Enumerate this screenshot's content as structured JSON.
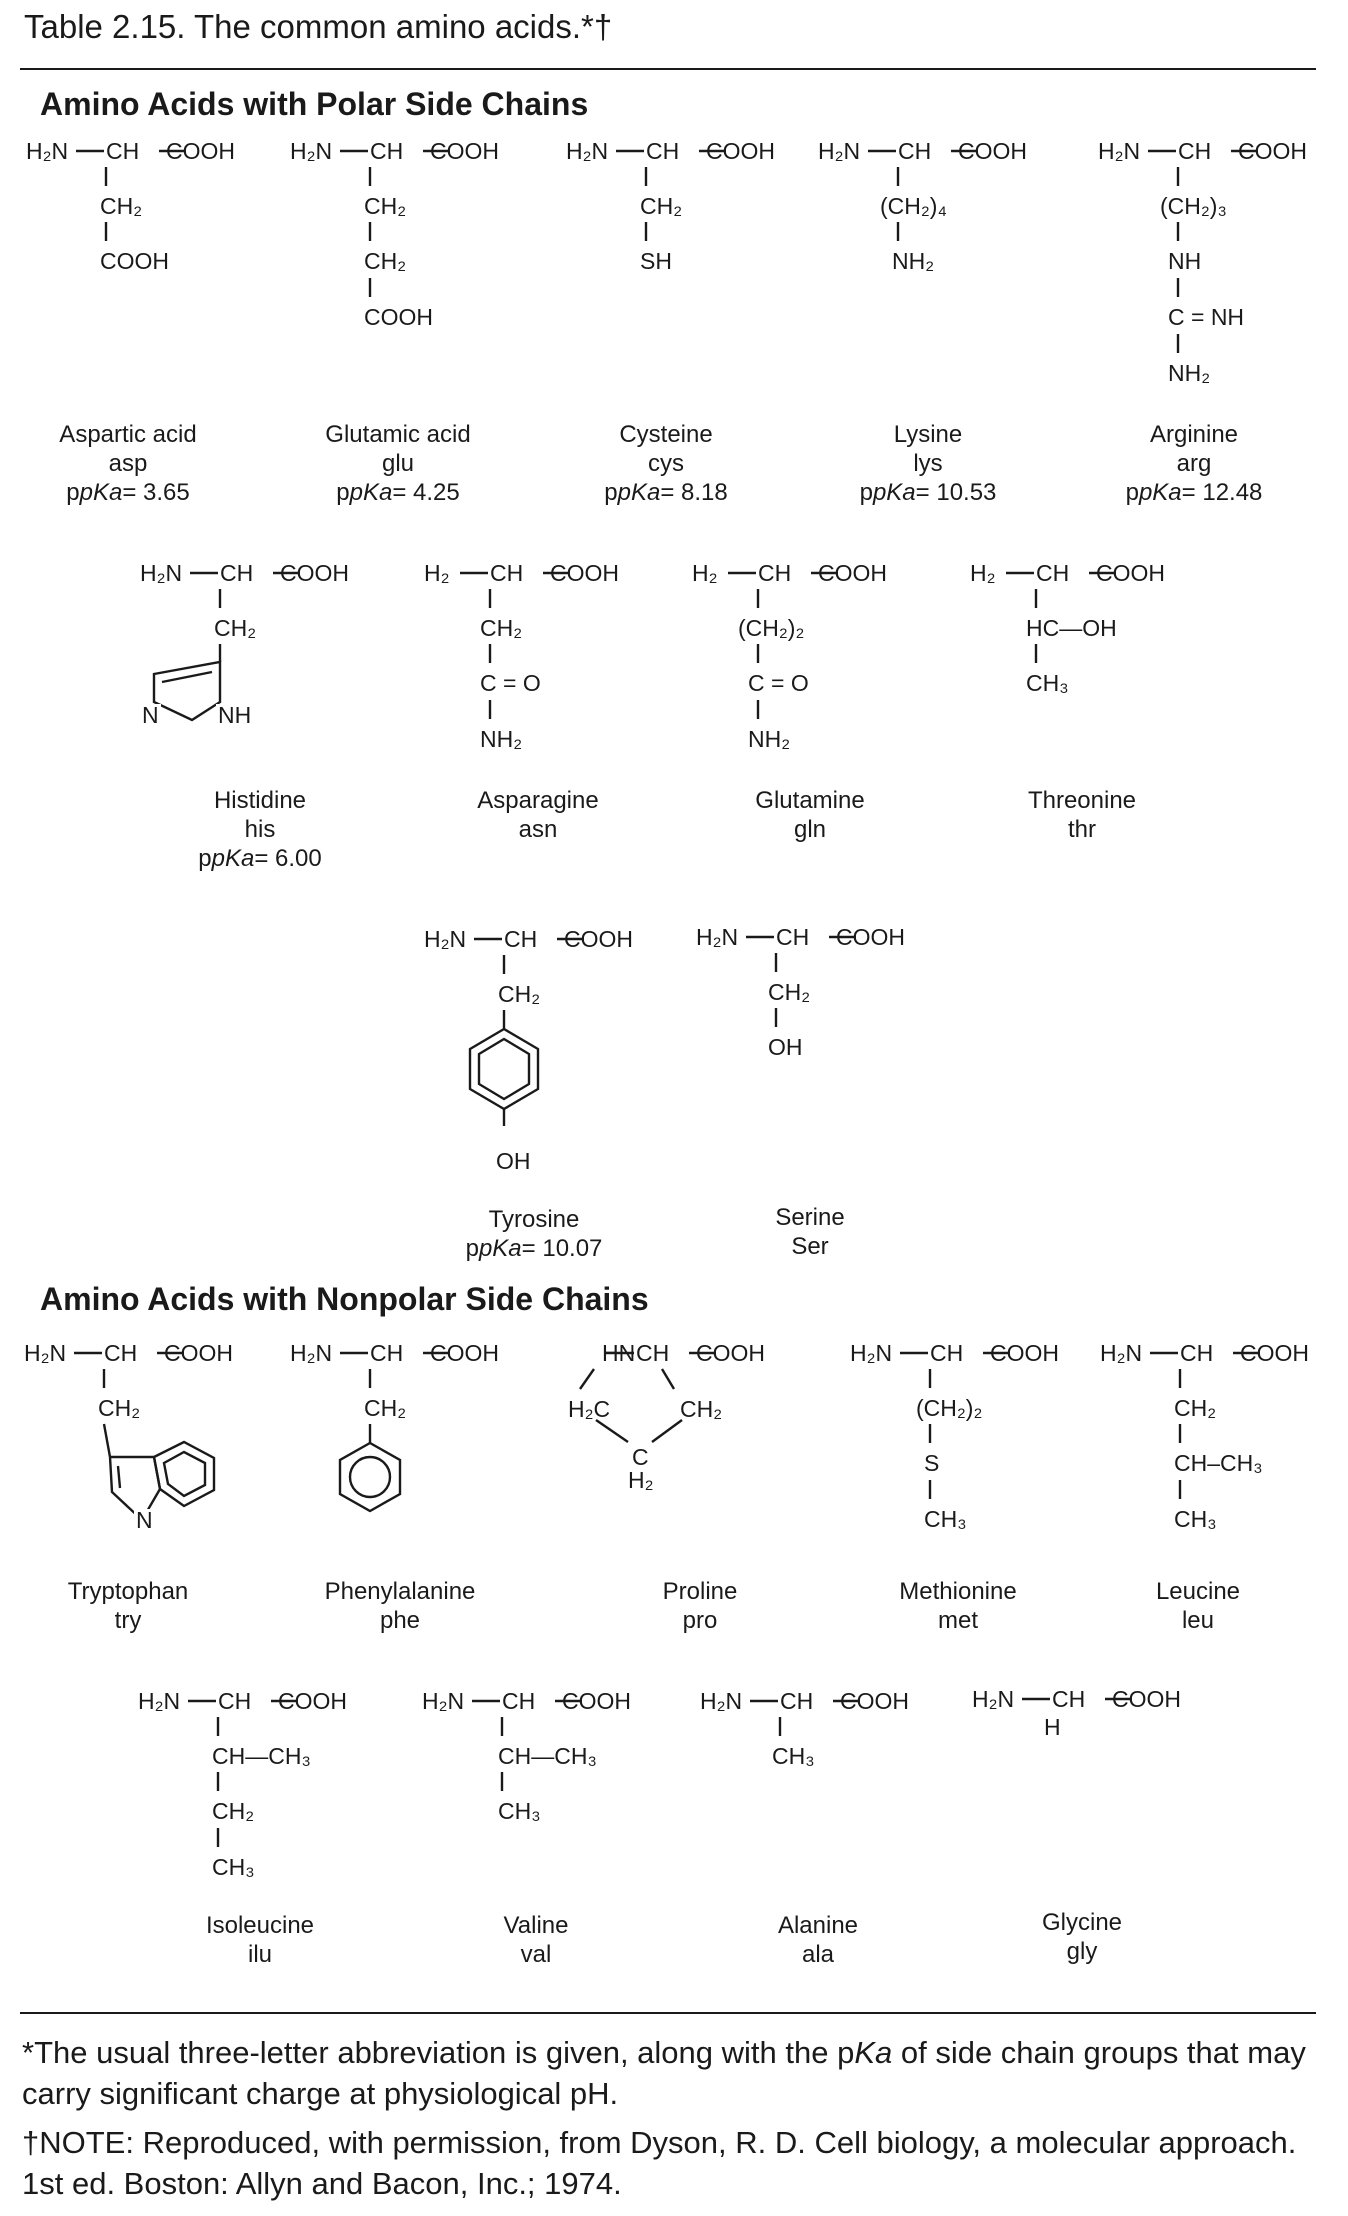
{
  "title": "Table 2.15. The common amino acids.*†",
  "sections": {
    "polar": "Amino Acids with Polar Side Chains",
    "nonpolar": "Amino Acids with Nonpolar Side Chains"
  },
  "groups": {
    "h2n": "H₂N",
    "h2": "H₂",
    "hn": "HN",
    "ch": "CH",
    "cooh": "COOH",
    "ch2": "CH₂",
    "ch2_4": "(CH₂)₄",
    "ch2_3": "(CH₂)₃",
    "ch2_2": "(CH₂)₂",
    "nh2": "NH₂",
    "nh": "NH",
    "c_eq_nh": "C = NH",
    "c_eq_o": "C = O",
    "sh": "SH",
    "oh": "OH",
    "hc_oh": "HC—OH",
    "ch3": "CH₃",
    "ch_ch3": "CH—CH₃",
    "ch_dash_ch3": "CH–CH₃",
    "s": "S",
    "n": "N",
    "h": "H",
    "h2c": "H₂C",
    "c": "C",
    "ring_nh": "NH"
  },
  "acids": {
    "asp": {
      "name": "Aspartic acid",
      "abbr": "asp",
      "pka_label": "pKa",
      "pka": "= 3.65"
    },
    "glu": {
      "name": "Glutamic acid",
      "abbr": "glu",
      "pka_label": "pKa",
      "pka": "= 4.25"
    },
    "cys": {
      "name": "Cysteine",
      "abbr": "cys",
      "pka_label": "pKa",
      "pka": "= 8.18"
    },
    "lys": {
      "name": "Lysine",
      "abbr": "lys",
      "pka_label": "pKa",
      "pka": "= 10.53"
    },
    "arg": {
      "name": "Arginine",
      "abbr": "arg",
      "pka_label": "pKa",
      "pka": "= 12.48"
    },
    "his": {
      "name": "Histidine",
      "abbr": "his",
      "pka_label": "pKa",
      "pka": "= 6.00"
    },
    "asn": {
      "name": "Asparagine",
      "abbr": "asn"
    },
    "gln": {
      "name": "Glutamine",
      "abbr": "gln"
    },
    "thr": {
      "name": "Threonine",
      "abbr": "thr"
    },
    "tyr": {
      "name": "Tyrosine",
      "pka_label": "pKa",
      "pka": "= 10.07"
    },
    "ser": {
      "name": "Serine",
      "abbr": "Ser"
    },
    "trp": {
      "name": "Tryptophan",
      "abbr": "try"
    },
    "phe": {
      "name": "Phenylalanine",
      "abbr": "phe"
    },
    "pro": {
      "name": "Proline",
      "abbr": "pro"
    },
    "met": {
      "name": "Methionine",
      "abbr": "met"
    },
    "leu": {
      "name": "Leucine",
      "abbr": "leu"
    },
    "ile": {
      "name": "Isoleucine",
      "abbr": "ilu"
    },
    "val": {
      "name": "Valine",
      "abbr": "val"
    },
    "ala": {
      "name": "Alanine",
      "abbr": "ala"
    },
    "gly": {
      "name": "Glycine",
      "abbr": "gly"
    }
  },
  "footnotes": {
    "note1_a": "*The usual three-letter abbreviation is given, along with the p",
    "note1_ka": "Ka",
    "note1_b": " of side chain groups that may carry significant charge at physiological pH.",
    "note2": "†NOTE: Reproduced, with permission, from Dyson, R. D. Cell biology, a molecular approach. 1st ed. Boston: Allyn and Bacon, Inc.; 1974."
  }
}
